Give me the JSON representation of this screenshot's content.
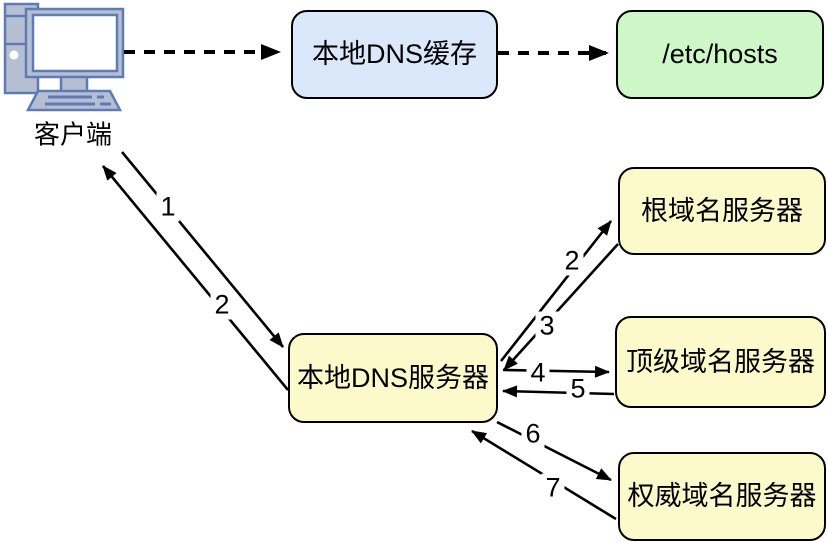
{
  "diagram": {
    "title": "DNS resolution flow",
    "background": "#ffffff",
    "nodes": {
      "client": {
        "label": "客户端",
        "icon": "desktop-computer-icon"
      },
      "dns_cache": {
        "label": "本地DNS缓存",
        "fill": "#dbe8fb",
        "border": "#000000"
      },
      "etc_hosts": {
        "label": "/etc/hosts",
        "fill": "#cdf7c7",
        "border": "#000000"
      },
      "local_dns": {
        "label": "本地DNS服务器",
        "fill": "#fcf9cb",
        "border": "#000000"
      },
      "root_server": {
        "label": "根域名服务器",
        "fill": "#fcf9cb",
        "border": "#000000"
      },
      "tld_server": {
        "label": "顶级域名服务器",
        "fill": "#fcf9cb",
        "border": "#000000"
      },
      "auth_server": {
        "label": "权威域名服务器",
        "fill": "#fcf9cb",
        "border": "#000000"
      }
    },
    "edges": [
      {
        "label": "1",
        "from": "客户端",
        "to": "本地DNS服务器",
        "style": "solid"
      },
      {
        "label": "2",
        "from": "本地DNS服务器",
        "to": "客户端",
        "style": "solid"
      },
      {
        "label": "2",
        "from": "本地DNS服务器",
        "to": "根域名服务器",
        "style": "solid"
      },
      {
        "label": "3",
        "from": "根域名服务器",
        "to": "本地DNS服务器",
        "style": "solid"
      },
      {
        "label": "4",
        "from": "本地DNS服务器",
        "to": "顶级域名服务器",
        "style": "solid"
      },
      {
        "label": "5",
        "from": "顶级域名服务器",
        "to": "本地DNS服务器",
        "style": "solid"
      },
      {
        "label": "6",
        "from": "本地DNS服务器",
        "to": "权威域名服务器",
        "style": "solid"
      },
      {
        "label": "7",
        "from": "权威域名服务器",
        "to": "本地DNS服务器",
        "style": "solid"
      },
      {
        "label": "",
        "from": "客户端",
        "to": "本地DNS缓存",
        "style": "dashed"
      },
      {
        "label": "",
        "from": "本地DNS缓存",
        "to": "/etc/hosts",
        "style": "dashed"
      }
    ],
    "colors": {
      "arrow": "#000000",
      "text": "#000000",
      "icon_stroke": "#5d7bb5",
      "icon_fill": "#b6bed2",
      "icon_screen": "#ffffff"
    }
  }
}
